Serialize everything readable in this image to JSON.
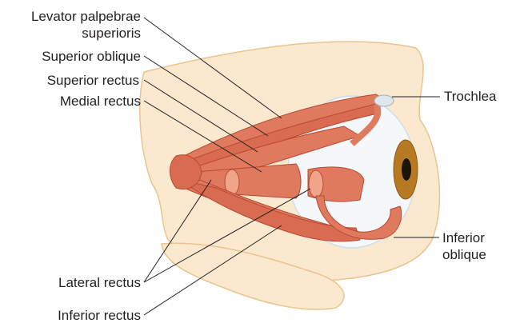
{
  "labels": {
    "levator_line1": "Levator palpebrae",
    "levator_line2": "superioris",
    "superior_oblique": "Superior oblique",
    "superior_rectus": "Superior rectus",
    "medial_rectus": "Medial rectus",
    "lateral_rectus": "Lateral rectus",
    "inferior_rectus": "Inferior rectus",
    "trochlea": "Trochlea",
    "inferior_oblique_line1": "Inferior",
    "inferior_oblique_line2": "oblique"
  },
  "colors": {
    "bone": "#fbe9cf",
    "bone_edge": "#e9c48e",
    "muscle": "#e07a5f",
    "muscle_dark": "#b9482f",
    "muscle_light": "#f0a48a",
    "sclera": "#f4f8fb",
    "iris": "#b77a22",
    "pupil": "#1d1408",
    "cartilage": "#dfe6ec",
    "leader": "#231f20"
  }
}
